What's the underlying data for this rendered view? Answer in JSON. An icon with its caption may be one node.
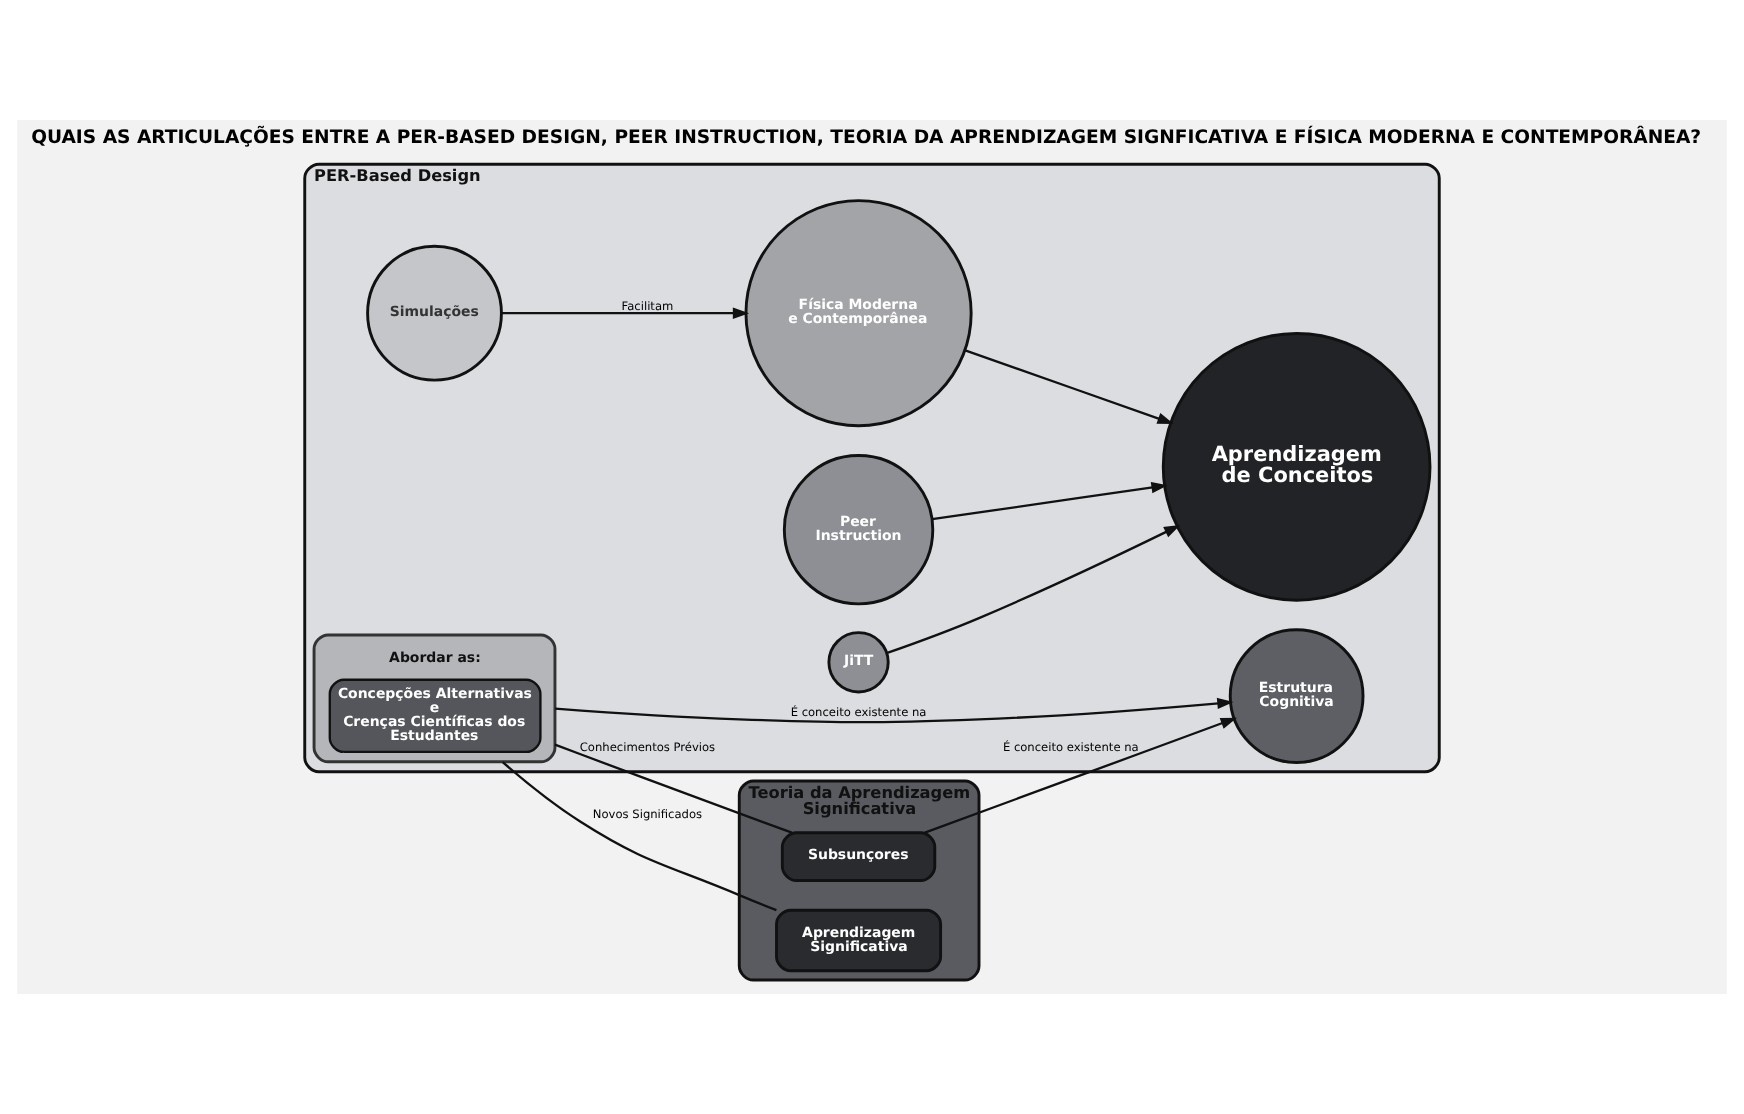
{
  "diagram": {
    "title": "QUAIS AS ARTICULAÇÕES ENTRE A PER-BASED DESIGN, PEER INSTRUCTION, TEORIA DA APRENDIZAGEM SIGNFICATIVA E FÍSICA MODERNA E CONTEMPORÂNEA?",
    "nodes": [
      {
        "text": [
          "PER-Based Design"
        ]
      },
      {
        "text": [
          "Abordar as:",
          "Concepções Alternativas e Crenças Científicas dos Estudantes"
        ],
        "in": 0
      },
      {
        "text": [
          "Estrutura Cognitiva"
        ],
        "in": 0
      },
      {
        "text": [
          "Aprendizagem de Conceitos"
        ],
        "in": 0
      },
      {
        "text": [
          "Peer Instruction"
        ],
        "in": 0
      },
      {
        "text": [
          "JiTT"
        ],
        "in": 0
      },
      {
        "text": [
          "Simulações"
        ],
        "in": 0
      },
      {
        "text": [
          "Física Moderna e Contemporânea"
        ],
        "in": 0
      },
      {
        "text": [
          "Teoria da Aprendizagem Significativa"
        ]
      },
      {
        "text": [
          "Subsunçores"
        ],
        "in": 8
      },
      {
        "text": [
          "Aprendizagem Significativa"
        ],
        "in": 8
      }
    ],
    "edges": [
      {
        "from": 1,
        "to": 2,
        "arrow": "to",
        "label": "É conceito existente na"
      },
      {
        "from": 9,
        "to": 2,
        "arrow": "to",
        "label": "É conceito existente na"
      },
      {
        "from": 1,
        "to": 9,
        "arrow": "none",
        "label": "Conhecimentos Prévios"
      },
      {
        "from": 1,
        "to": 10,
        "arrow": "none",
        "label": "Novos Significados"
      },
      {
        "from": 4,
        "to": 3,
        "arrow": "to"
      },
      {
        "from": 5,
        "to": 3,
        "arrow": "to"
      },
      {
        "from": 6,
        "to": 7,
        "arrow": "to",
        "label": "Facilitam"
      },
      {
        "from": 7,
        "to": 3,
        "arrow": "to"
      }
    ]
  }
}
